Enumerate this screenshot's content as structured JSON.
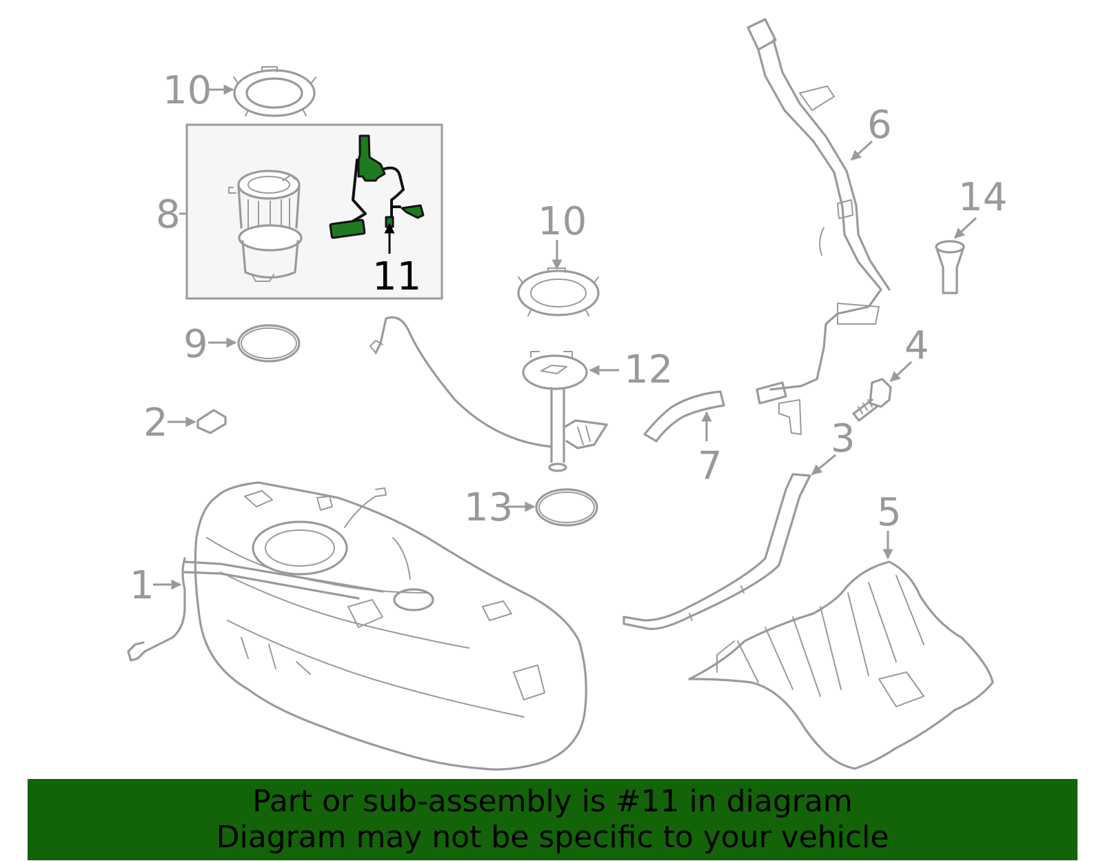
{
  "callouts": {
    "c1": "1",
    "c2": "2",
    "c3": "3",
    "c4": "4",
    "c5": "5",
    "c6": "6",
    "c7": "7",
    "c8": "8",
    "c9": "9",
    "c10a": "10",
    "c10b": "10",
    "c11": "11",
    "c12": "12",
    "c13": "13",
    "c14": "14"
  },
  "highlighted_part": "11",
  "colors": {
    "banner_bg": "#136308",
    "highlight_part": "#1f7a1f",
    "line_art": "#9a9a9a",
    "highlight_box_bg": "#f6f6f6"
  },
  "banner": {
    "line1": "Part or sub-assembly is #11 in diagram",
    "line2": "Diagram may not be specific to your vehicle"
  }
}
